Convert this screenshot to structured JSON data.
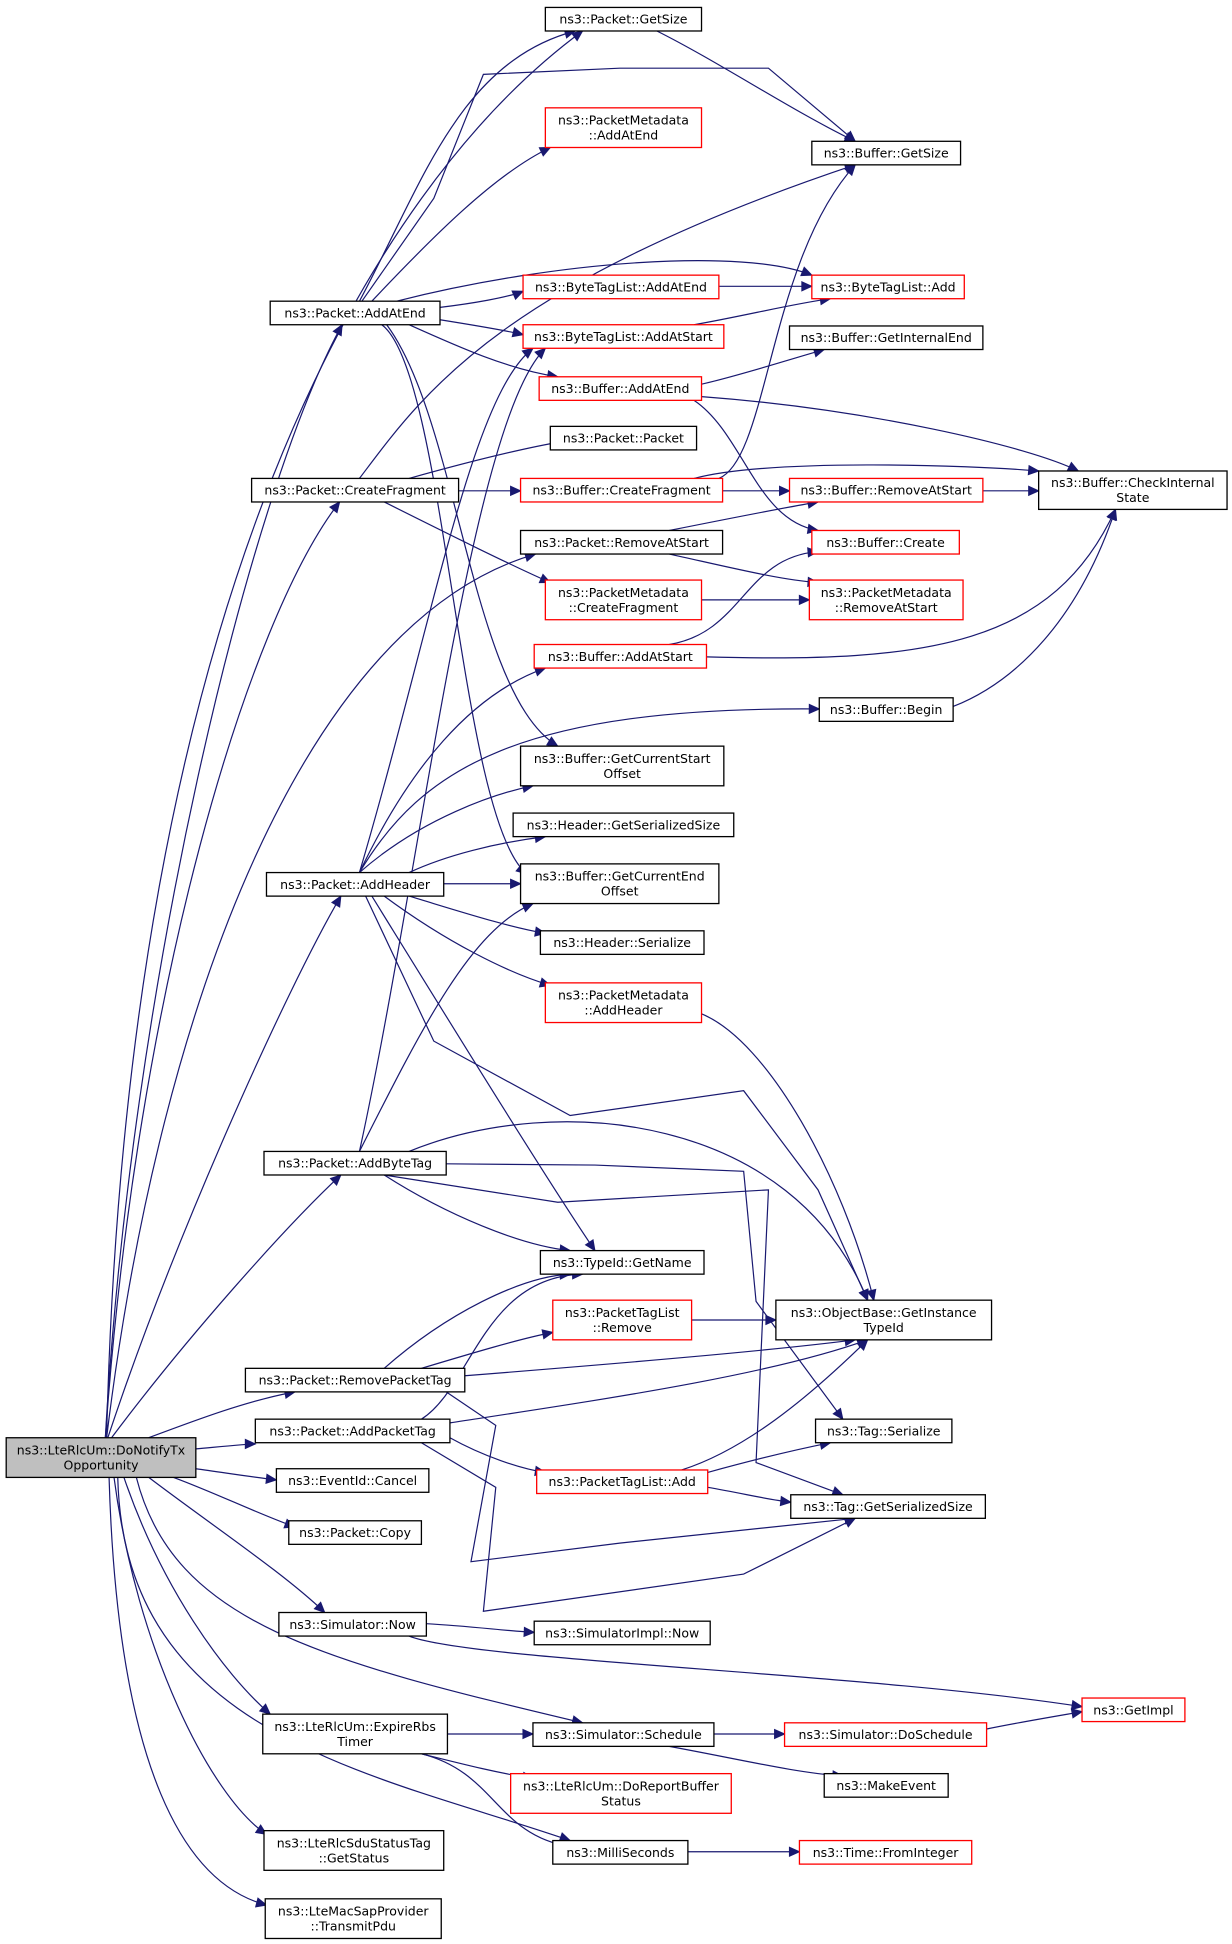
{
  "diagram": {
    "nodes": [
      {
        "id": "root",
        "lines": [
          "ns3::LteRlcUm::DoNotifyTx",
          "Opportunity"
        ],
        "style": "root"
      },
      {
        "id": "pkt_getsize",
        "lines": [
          "ns3::Packet::GetSize"
        ],
        "style": "black"
      },
      {
        "id": "pm_addatend",
        "lines": [
          "ns3::PacketMetadata",
          "::AddAtEnd"
        ],
        "style": "red"
      },
      {
        "id": "buf_getsize",
        "lines": [
          "ns3::Buffer::GetSize"
        ],
        "style": "black"
      },
      {
        "id": "pkt_addatend",
        "lines": [
          "ns3::Packet::AddAtEnd"
        ],
        "style": "black"
      },
      {
        "id": "btl_addatend",
        "lines": [
          "ns3::ByteTagList::AddAtEnd"
        ],
        "style": "red"
      },
      {
        "id": "btl_add",
        "lines": [
          "ns3::ByteTagList::Add"
        ],
        "style": "red"
      },
      {
        "id": "btl_addatstart",
        "lines": [
          "ns3::ByteTagList::AddAtStart"
        ],
        "style": "red"
      },
      {
        "id": "buf_getinternalend",
        "lines": [
          "ns3::Buffer::GetInternalEnd"
        ],
        "style": "black"
      },
      {
        "id": "buf_addatend",
        "lines": [
          "ns3::Buffer::AddAtEnd"
        ],
        "style": "red"
      },
      {
        "id": "pkt_packet",
        "lines": [
          "ns3::Packet::Packet"
        ],
        "style": "black"
      },
      {
        "id": "pkt_createfragment",
        "lines": [
          "ns3::Packet::CreateFragment"
        ],
        "style": "black"
      },
      {
        "id": "buf_createfragment",
        "lines": [
          "ns3::Buffer::CreateFragment"
        ],
        "style": "red"
      },
      {
        "id": "buf_removeatstart",
        "lines": [
          "ns3::Buffer::RemoveAtStart"
        ],
        "style": "red"
      },
      {
        "id": "buf_checkinternal",
        "lines": [
          "ns3::Buffer::CheckInternal",
          "State"
        ],
        "style": "black"
      },
      {
        "id": "pkt_removeatstart",
        "lines": [
          "ns3::Packet::RemoveAtStart"
        ],
        "style": "black"
      },
      {
        "id": "buf_create",
        "lines": [
          "ns3::Buffer::Create"
        ],
        "style": "red"
      },
      {
        "id": "pm_createfragment",
        "lines": [
          "ns3::PacketMetadata",
          "::CreateFragment"
        ],
        "style": "red"
      },
      {
        "id": "pm_removeatstart",
        "lines": [
          "ns3::PacketMetadata",
          "::RemoveAtStart"
        ],
        "style": "red"
      },
      {
        "id": "buf_addatstart",
        "lines": [
          "ns3::Buffer::AddAtStart"
        ],
        "style": "red"
      },
      {
        "id": "buf_begin",
        "lines": [
          "ns3::Buffer::Begin"
        ],
        "style": "black"
      },
      {
        "id": "buf_getcurstart",
        "lines": [
          "ns3::Buffer::GetCurrentStart",
          "Offset"
        ],
        "style": "black"
      },
      {
        "id": "hdr_getserializedsize",
        "lines": [
          "ns3::Header::GetSerializedSize"
        ],
        "style": "black"
      },
      {
        "id": "pkt_addheader",
        "lines": [
          "ns3::Packet::AddHeader"
        ],
        "style": "black"
      },
      {
        "id": "buf_getcurend",
        "lines": [
          "ns3::Buffer::GetCurrentEnd",
          "Offset"
        ],
        "style": "black"
      },
      {
        "id": "hdr_serialize",
        "lines": [
          "ns3::Header::Serialize"
        ],
        "style": "black"
      },
      {
        "id": "pm_addheader",
        "lines": [
          "ns3::PacketMetadata",
          "::AddHeader"
        ],
        "style": "red"
      },
      {
        "id": "pkt_addbytetag",
        "lines": [
          "ns3::Packet::AddByteTag"
        ],
        "style": "black"
      },
      {
        "id": "typeid_getname",
        "lines": [
          "ns3::TypeId::GetName"
        ],
        "style": "black"
      },
      {
        "id": "ptl_remove",
        "lines": [
          "ns3::PacketTagList",
          "::Remove"
        ],
        "style": "red"
      },
      {
        "id": "ob_getinstancetypeid",
        "lines": [
          "ns3::ObjectBase::GetInstance",
          "TypeId"
        ],
        "style": "black"
      },
      {
        "id": "pkt_removepackettag",
        "lines": [
          "ns3::Packet::RemovePacketTag"
        ],
        "style": "black"
      },
      {
        "id": "pkt_addpackettag",
        "lines": [
          "ns3::Packet::AddPacketTag"
        ],
        "style": "black"
      },
      {
        "id": "tag_serialize",
        "lines": [
          "ns3::Tag::Serialize"
        ],
        "style": "black"
      },
      {
        "id": "ptl_add",
        "lines": [
          "ns3::PacketTagList::Add"
        ],
        "style": "red"
      },
      {
        "id": "eventid_cancel",
        "lines": [
          "ns3::EventId::Cancel"
        ],
        "style": "black"
      },
      {
        "id": "tag_getserializedsize",
        "lines": [
          "ns3::Tag::GetSerializedSize"
        ],
        "style": "black"
      },
      {
        "id": "pkt_copy",
        "lines": [
          "ns3::Packet::Copy"
        ],
        "style": "black"
      },
      {
        "id": "sim_now",
        "lines": [
          "ns3::Simulator::Now"
        ],
        "style": "black"
      },
      {
        "id": "simimpl_now",
        "lines": [
          "ns3::SimulatorImpl::Now"
        ],
        "style": "black"
      },
      {
        "id": "getimpl",
        "lines": [
          "ns3::GetImpl"
        ],
        "style": "red"
      },
      {
        "id": "rlc_expirerbs",
        "lines": [
          "ns3::LteRlcUm::ExpireRbs",
          "Timer"
        ],
        "style": "black"
      },
      {
        "id": "sim_schedule",
        "lines": [
          "ns3::Simulator::Schedule"
        ],
        "style": "black"
      },
      {
        "id": "sim_doschedule",
        "lines": [
          "ns3::Simulator::DoSchedule"
        ],
        "style": "red"
      },
      {
        "id": "rlc_doreportbuffer",
        "lines": [
          "ns3::LteRlcUm::DoReportBuffer",
          "Status"
        ],
        "style": "red"
      },
      {
        "id": "makeevent",
        "lines": [
          "ns3::MakeEvent"
        ],
        "style": "black"
      },
      {
        "id": "sdutag_getstatus",
        "lines": [
          "ns3::LteRlcSduStatusTag",
          "::GetStatus"
        ],
        "style": "black"
      },
      {
        "id": "milliseconds",
        "lines": [
          "ns3::MilliSeconds"
        ],
        "style": "black"
      },
      {
        "id": "time_frominteger",
        "lines": [
          "ns3::Time::FromInteger"
        ],
        "style": "red"
      },
      {
        "id": "macsap_transmitpdu",
        "lines": [
          "ns3::LteMacSapProvider",
          "::TransmitPdu"
        ],
        "style": "black"
      }
    ]
  }
}
